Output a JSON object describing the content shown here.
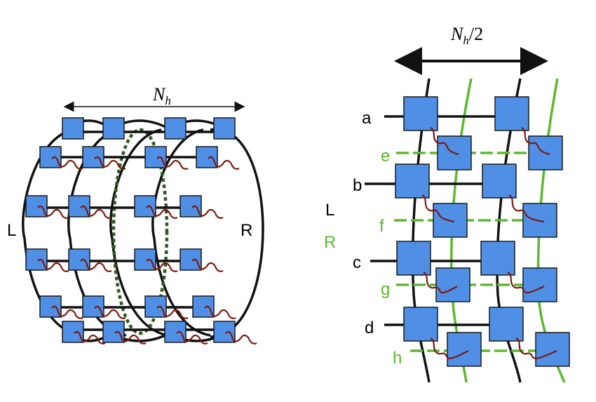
{
  "left_diagram": {
    "width_label_main": "N",
    "width_label_sub": "h",
    "label_left": "L",
    "label_right": "R"
  },
  "right_diagram": {
    "width_label_main": "N",
    "width_label_sub": "h",
    "width_label_suffix": "/2",
    "label_L": "L",
    "label_R": "R",
    "black_row_labels": [
      "a",
      "b",
      "c",
      "d"
    ],
    "green_row_labels": [
      "e",
      "f",
      "g",
      "h"
    ]
  },
  "colors": {
    "tensor": "#4f8fe6",
    "black_bond": "#111111",
    "green_bond": "#5cb82e",
    "physical_leg": "#7a1a10",
    "dotted_loop": "#2e5a1c"
  }
}
